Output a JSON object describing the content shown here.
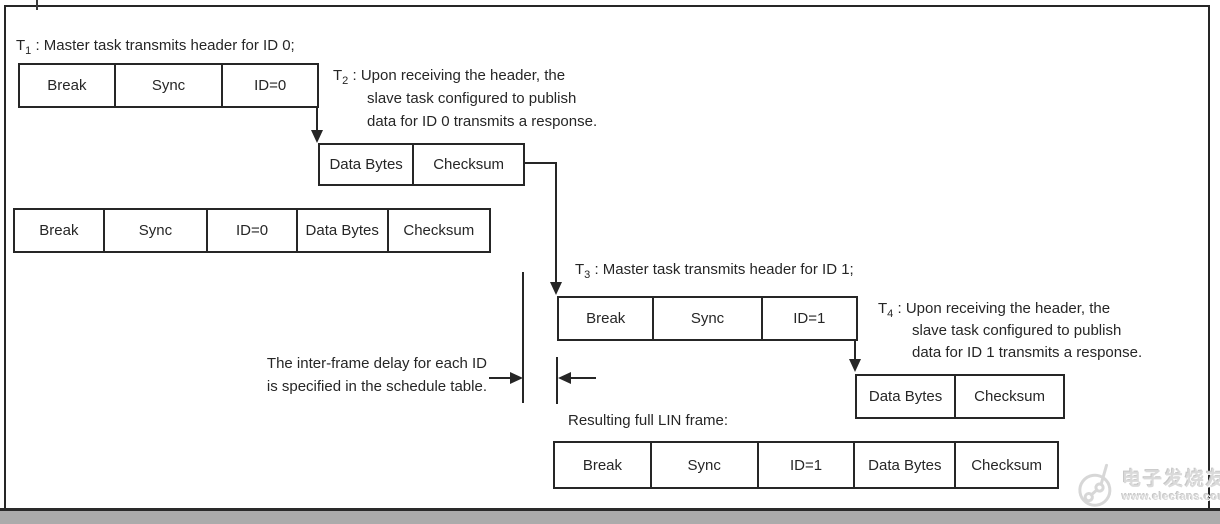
{
  "colors": {
    "ink": "#262626",
    "watermark": "#dadada",
    "page_bg": "#ffffff",
    "footer_gray": "#ababab"
  },
  "labels": {
    "t1": {
      "prefix": "T",
      "sub": "1",
      "text": " : Master task transmits header for ID 0;"
    },
    "t2": {
      "prefix": "T",
      "sub": "2",
      "sep": " : ",
      "lines": [
        "Upon receiving the header, the",
        "slave task configured to publish",
        "data for ID 0 transmits a response."
      ]
    },
    "t3": {
      "prefix": "T",
      "sub": "3",
      "text": " : Master task transmits header for ID 1;"
    },
    "t4": {
      "prefix": "T",
      "sub": "4",
      "sep": " : ",
      "lines": [
        "Upon receiving the header, the",
        "slave task configured to publish",
        "data for ID 1 transmits a response."
      ]
    },
    "delay_note": {
      "lines": [
        "The inter-frame delay for each ID",
        "is specified in the schedule table."
      ]
    },
    "resulting": "Resulting full LIN frame:"
  },
  "frames": {
    "header_id0": {
      "cells": [
        "Break",
        "Sync",
        "ID=0"
      ]
    },
    "response_id0": {
      "cells": [
        "Data Bytes",
        "Checksum"
      ]
    },
    "full_id0": {
      "cells": [
        "Break",
        "Sync",
        "ID=0",
        "Data Bytes",
        "Checksum"
      ]
    },
    "header_id1": {
      "cells": [
        "Break",
        "Sync",
        "ID=1"
      ]
    },
    "response_id1": {
      "cells": [
        "Data Bytes",
        "Checksum"
      ]
    },
    "full_id1": {
      "cells": [
        "Break",
        "Sync",
        "ID=1",
        "Data Bytes",
        "Checksum"
      ]
    }
  },
  "watermark": {
    "site_name": "电子发烧友",
    "site_url": "www.elecfans.com"
  }
}
